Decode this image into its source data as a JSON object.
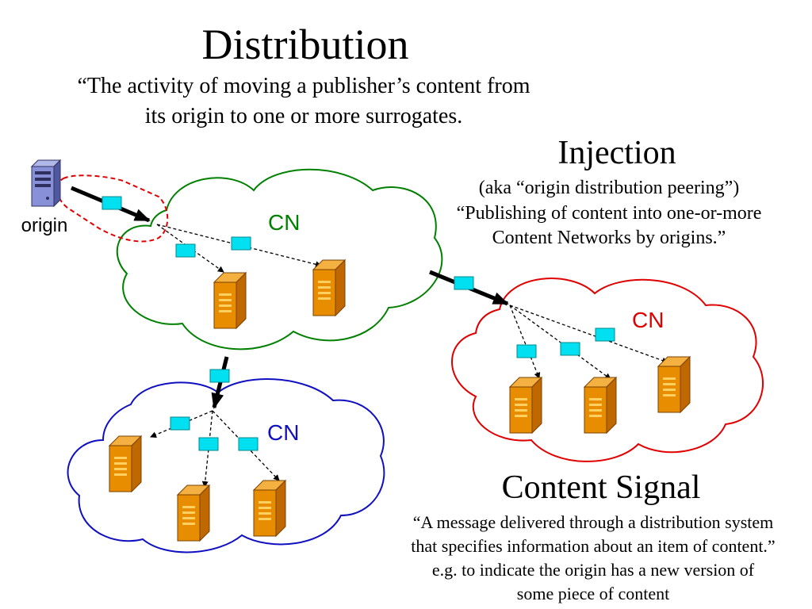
{
  "distribution": {
    "title": "Distribution",
    "definition_line1": "“The activity of moving a publisher’s content from",
    "definition_line2": "its origin to one or more surrogates."
  },
  "injection": {
    "title": "Injection",
    "aka": "(aka “origin distribution peering”)",
    "definition_line1": "“Publishing of content into one-or-more",
    "definition_line2": "Content Networks by origins.”"
  },
  "content_signal": {
    "title": "Content Signal",
    "definition_line1": "“A message delivered through a distribution system",
    "definition_line2": "that specifies information about an item of content.”",
    "example_line1": "e.g. to indicate the origin has a new version of",
    "example_line2": "some piece of content"
  },
  "origin": {
    "label": "origin",
    "icon": "server-icon"
  },
  "networks": [
    {
      "id": "green",
      "label": "CN",
      "color": "#008000"
    },
    {
      "id": "red",
      "label": "CN",
      "color": "#e00000"
    },
    {
      "id": "blue",
      "label": "CN",
      "color": "#1010c0"
    }
  ],
  "colors": {
    "signal": "#00e0f0",
    "surrogate_front": "#e88c00",
    "surrogate_side": "#c06800",
    "surrogate_top": "#f4b040",
    "injection_highlight": "#e00000"
  }
}
